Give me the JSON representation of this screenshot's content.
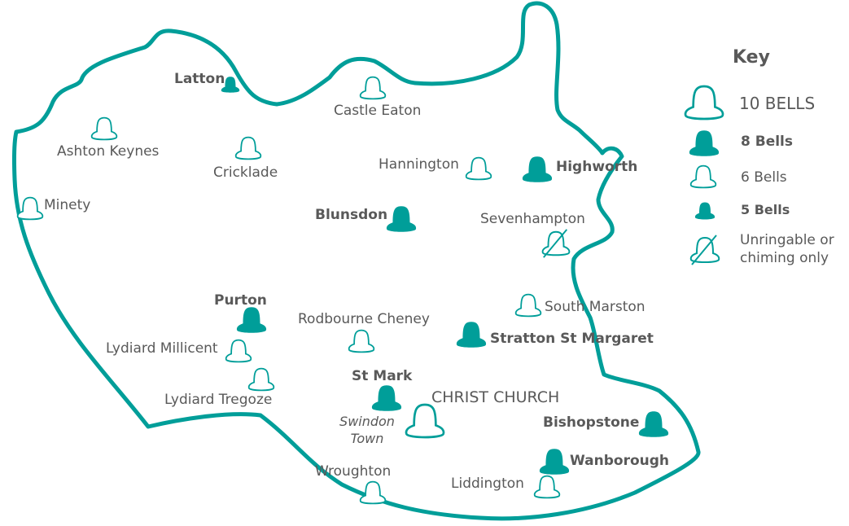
{
  "colors": {
    "accent": "#009e99",
    "text": "#595959"
  },
  "key": {
    "title": "Key",
    "items": [
      {
        "icon": "bell-outline-large",
        "label": "10 BELLS"
      },
      {
        "icon": "bell-filled-large",
        "label": "8 Bells"
      },
      {
        "icon": "bell-outline",
        "label": "6 Bells"
      },
      {
        "icon": "bell-filled-small",
        "label": "5 Bells"
      },
      {
        "icon": "bell-crossed",
        "label": "Unringable or chiming only"
      }
    ]
  },
  "places": [
    {
      "name": "Latton",
      "bells": "5"
    },
    {
      "name": "Castle Eaton",
      "bells": "6"
    },
    {
      "name": "Ashton Keynes",
      "bells": "6"
    },
    {
      "name": "Cricklade",
      "bells": "6"
    },
    {
      "name": "Hannington",
      "bells": "6"
    },
    {
      "name": "Highworth",
      "bells": "8"
    },
    {
      "name": "Minety",
      "bells": "6"
    },
    {
      "name": "Blunsdon",
      "bells": "8"
    },
    {
      "name": "Sevenhampton",
      "bells": "unringable"
    },
    {
      "name": "Purton",
      "bells": "8"
    },
    {
      "name": "Rodbourne Cheney",
      "bells": "6"
    },
    {
      "name": "South Marston",
      "bells": "6"
    },
    {
      "name": "Stratton St Margaret",
      "bells": "8"
    },
    {
      "name": "Lydiard Millicent",
      "bells": "6"
    },
    {
      "name": "Lydiard Tregoze",
      "bells": "6"
    },
    {
      "name": "St Mark",
      "bells": "8"
    },
    {
      "name": "CHRIST CHURCH",
      "bells": "10"
    },
    {
      "name": "Swindon Town",
      "bells": ""
    },
    {
      "name": "Bishopstone",
      "bells": "8"
    },
    {
      "name": "Wanborough",
      "bells": "8"
    },
    {
      "name": "Wroughton",
      "bells": "6"
    },
    {
      "name": "Liddington",
      "bells": "6"
    }
  ]
}
